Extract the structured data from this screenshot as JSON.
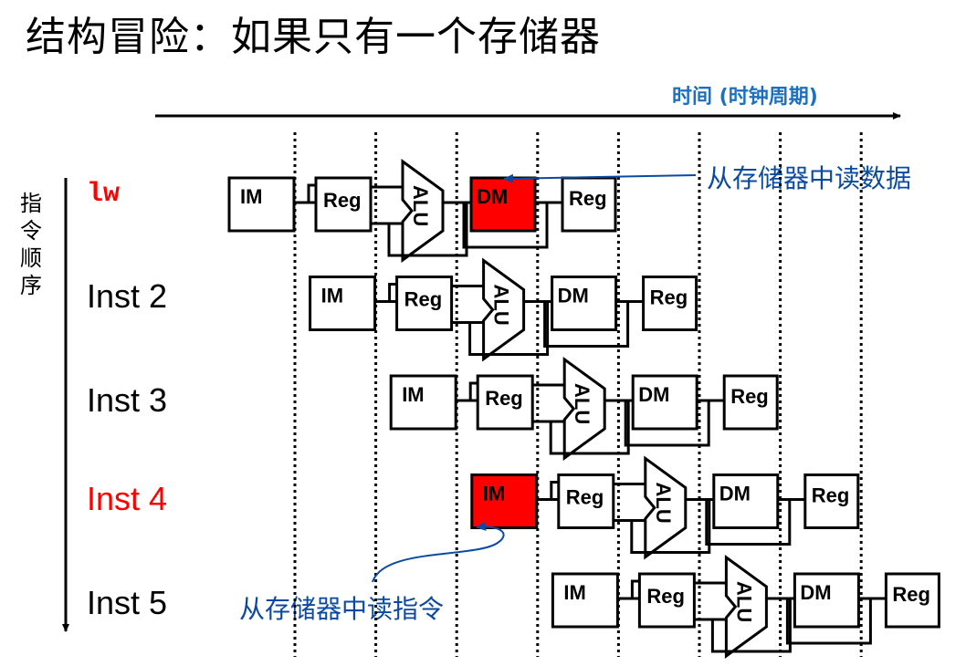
{
  "title": "结构冒险：如果只有一个存储器",
  "time_axis_label": "时间 (时钟周期)",
  "order_axis_label": [
    "指",
    "令",
    "顺",
    "序"
  ],
  "instructions": [
    {
      "label": "lw",
      "highlight": true,
      "mono": true,
      "highlight_stage": "DM"
    },
    {
      "label": "Inst 2",
      "highlight": false,
      "mono": false,
      "highlight_stage": ""
    },
    {
      "label": "Inst 3",
      "highlight": false,
      "mono": false,
      "highlight_stage": ""
    },
    {
      "label": "Inst 4",
      "highlight": true,
      "mono": false,
      "highlight_stage": "IM"
    },
    {
      "label": "Inst 5",
      "highlight": false,
      "mono": false,
      "highlight_stage": ""
    }
  ],
  "stages": [
    "IM",
    "Reg",
    "ALU",
    "DM",
    "Reg"
  ],
  "annotations": {
    "read_data": "从存储器中读数据",
    "read_instruction": "从存储器中读指令"
  },
  "colors": {
    "highlight": "#ff0000",
    "annotation": "#0b4aa2",
    "time_label": "#1f6fbf"
  }
}
